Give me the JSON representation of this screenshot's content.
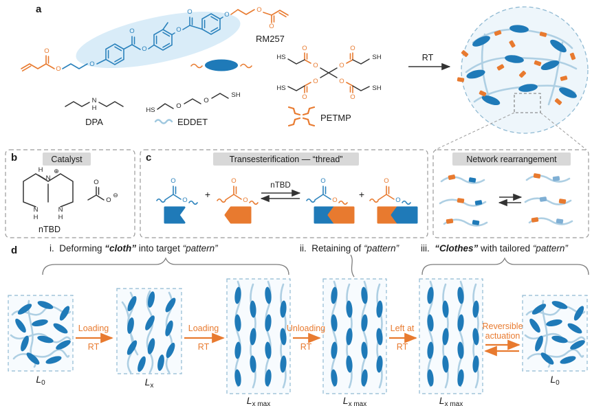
{
  "colors": {
    "orange": "#E87A2F",
    "blue": "#1F7AB8",
    "light_blue": "#AECFE3",
    "highlight_blue": "#D9ECF8",
    "badge_gray": "#D8D8D8"
  },
  "panel_labels": {
    "a": "a",
    "b": "b",
    "c": "c",
    "d": "d"
  },
  "panel_a": {
    "rm257": "RM257",
    "dpa": "DPA",
    "eddet": "EDDET",
    "petmp": "PETMP",
    "rt": "RT"
  },
  "atoms": {
    "O": "O",
    "N": "N",
    "H": "H",
    "HS": "HS",
    "SH": "SH",
    "plus": "⊕",
    "minus": "⊖"
  },
  "panel_b": {
    "badge": "Catalyst",
    "name": "nTBD"
  },
  "panel_c": {
    "badge_left": "Transesterification — “thread”",
    "badge_right": "Network rearrangement",
    "catalyst": "nTBD",
    "plus": "+"
  },
  "panel_d": {
    "heading_i": {
      "prefix": "i.  Deforming ",
      "cloth": "“cloth”",
      "mid": " into target ",
      "pattern": "“pattern”"
    },
    "heading_ii": {
      "prefix": "ii.  Retaining of ",
      "pattern": "“pattern”"
    },
    "heading_iii": {
      "prefix": "iii.  ",
      "clothes": "“Clothes”",
      "mid": " with tailored ",
      "pattern": "“pattern”"
    },
    "arrows": {
      "a1": {
        "top": "Loading",
        "bottom": "RT"
      },
      "a2": {
        "top": "Loading",
        "bottom": "RT"
      },
      "a3": {
        "top": "Unloading",
        "bottom": "RT"
      },
      "a4": {
        "top": "Left at",
        "bottom": "RT"
      },
      "a5": {
        "top": "Reversible",
        "bottom": "actuation"
      }
    },
    "box_labels": {
      "b1": {
        "base": "L",
        "sub": "0"
      },
      "b2": {
        "base": "L",
        "sub": "x"
      },
      "b3": {
        "base": "L",
        "sub": "x max"
      },
      "b4": {
        "base": "L",
        "sub": "x max"
      },
      "b5": {
        "base": "L",
        "sub": "x max"
      },
      "b6": {
        "base": "L",
        "sub": "0"
      }
    }
  }
}
